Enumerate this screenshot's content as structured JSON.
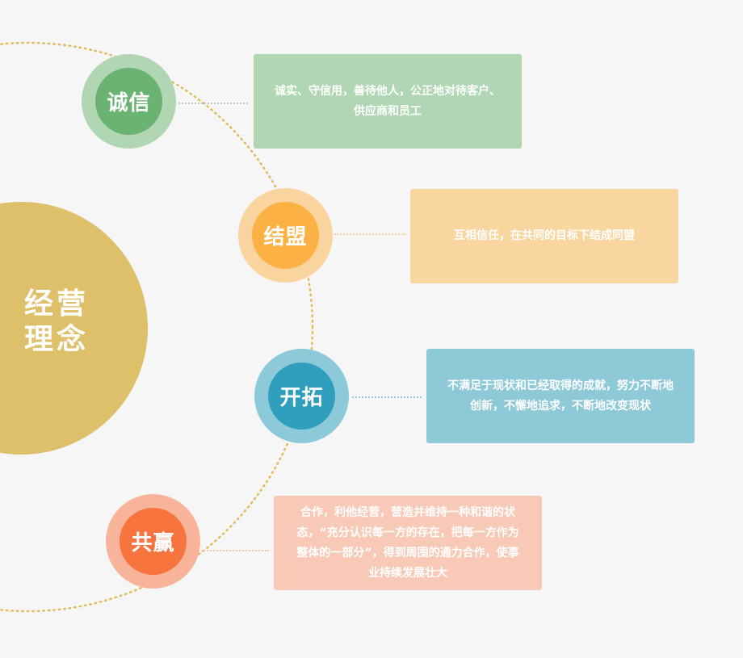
{
  "center": {
    "title": "经营理念"
  },
  "values": [
    {
      "node": "诚信",
      "desc": "诚实、守信用，善待他人，公正地对待客户、供应商和员工"
    },
    {
      "node": "结盟",
      "desc": "互相信任，在共同的目标下结成同盟"
    },
    {
      "node": "开拓",
      "desc": "不满足于现状和已经取得的成就，努力不断地创新，不懈地追求，不断地改变现状"
    },
    {
      "node": "共赢",
      "desc": "合作，利他经营，营造并维持一种和谐的状态，“充分认识每一方的存在，把每一方作为整体的一部分”，得到周围的通力合作，使事业持续发展壮大"
    }
  ],
  "colors": {
    "center": "#dfc06a",
    "orbit": "#e2bc5c",
    "node1": "#6bb372",
    "node2": "#fbb143",
    "node3": "#2f9fbd",
    "node4": "#f7743e"
  }
}
